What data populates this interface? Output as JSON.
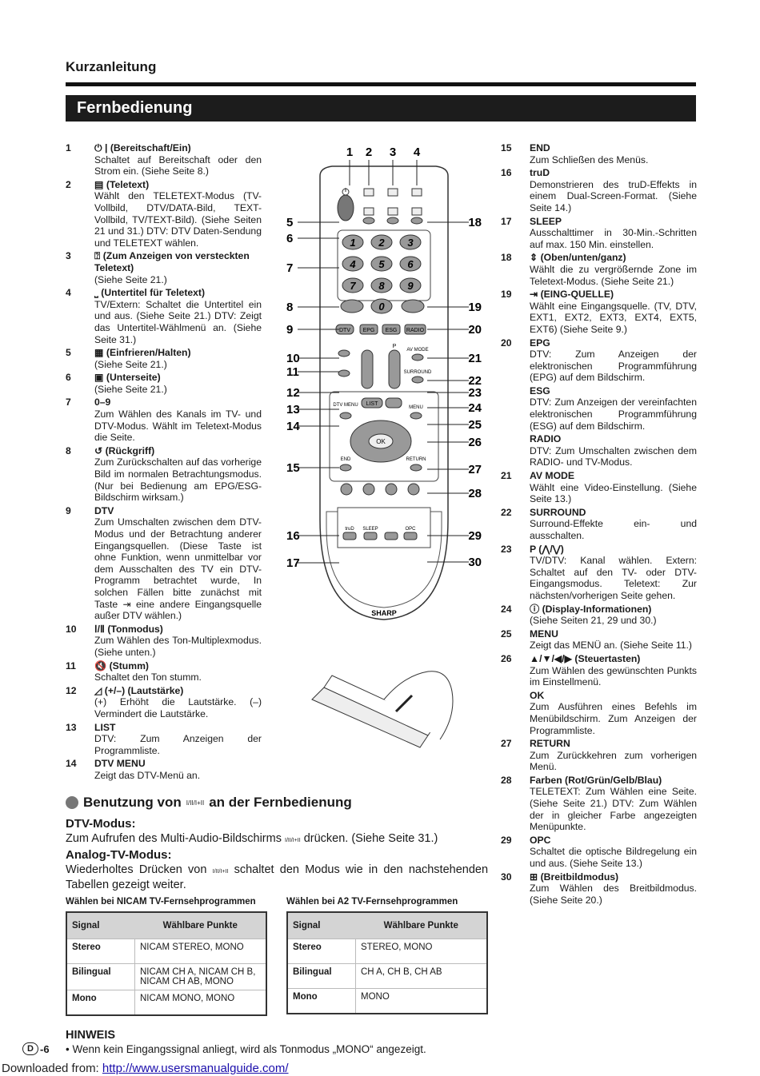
{
  "header": {
    "section": "Kurzanleitung",
    "title": "Fernbedienung"
  },
  "left_items": [
    {
      "num": "1",
      "title": "| (Bereitschaft/Ein)",
      "icon": "power-icon",
      "text": "Schaltet auf Bereitschaft oder den Strom ein. (Siehe Seite 8.)"
    },
    {
      "num": "2",
      "title": "(Teletext)",
      "icon": "teletext-icon",
      "text": "Wählt den TELETEXT-Modus (TV-Vollbild, DTV/DATA-Bild, TEXT-Vollbild, TV/TEXT-Bild). (Siehe Seiten 21 und 31.) DTV: DTV Daten-Sendung und TELETEXT wählen."
    },
    {
      "num": "3",
      "title": "(Zum Anzeigen von versteckten Teletext)",
      "icon": "reveal-icon",
      "text": "(Siehe Seite 21.)"
    },
    {
      "num": "4",
      "title": "(Untertitel für Teletext)",
      "icon": "subtitle-icon",
      "text": "TV/Extern: Schaltet die Untertitel ein und aus. (Siehe Seite 21.) DTV: Zeigt das Untertitel-Wählmenü an. (Siehe Seite 31.)"
    },
    {
      "num": "5",
      "title": "(Einfrieren/Halten)",
      "icon": "hold-icon",
      "text": "(Siehe Seite 21.)"
    },
    {
      "num": "6",
      "title": "(Unterseite)",
      "icon": "subpage-icon",
      "text": "(Siehe Seite 21.)"
    },
    {
      "num": "7",
      "title": "0–9",
      "icon": "",
      "text": "Zum Wählen des Kanals im TV- und DTV-Modus. Wählt im Teletext-Modus die Seite."
    },
    {
      "num": "8",
      "title": "(Rückgriff)",
      "icon": "flashback-icon",
      "text": "Zum Zurückschalten auf das vorherige Bild im normalen Betrachtungsmodus. (Nur bei Bedienung am EPG/ESG-Bildschirm wirksam.)"
    },
    {
      "num": "9",
      "title": "DTV",
      "icon": "",
      "text": "Zum Umschalten zwischen dem DTV-Modus und der Betrachtung anderer Eingangsquellen. (Diese Taste ist ohne Funktion, wenn unmittelbar vor dem Ausschalten des TV ein DTV-Programm betrachtet wurde, In solchen Fällen bitte zunächst mit Taste ⇥ eine andere Eingangsquelle außer DTV wählen.)"
    },
    {
      "num": "10",
      "title": "(Tonmodus)",
      "icon": "sound-mode-icon",
      "text": "Zum Wählen des Ton-Multiplexmodus. (Siehe unten.)"
    },
    {
      "num": "11",
      "title": "(Stumm)",
      "icon": "mute-icon",
      "text": "Schaltet den Ton stumm."
    },
    {
      "num": "12",
      "title": "(+/–) (Lautstärke)",
      "icon": "volume-icon",
      "text": "(+) Erhöht die Lautstärke. (–) Vermindert die Lautstärke."
    },
    {
      "num": "13",
      "title": "LIST",
      "icon": "",
      "text": "DTV: Zum Anzeigen der Programmliste."
    },
    {
      "num": "14",
      "title": "DTV MENU",
      "icon": "",
      "text": "Zeigt das DTV-Menü an."
    }
  ],
  "right_items": [
    {
      "num": "15",
      "title": "END",
      "icon": "",
      "text": "Zum Schließen des Menüs."
    },
    {
      "num": "16",
      "title": "truD",
      "icon": "",
      "text": "Demonstrieren des truD-Effekts in einem Dual-Screen-Format. (Siehe Seite 14.)"
    },
    {
      "num": "17",
      "title": "SLEEP",
      "icon": "",
      "text": "Ausschalttimer in 30-Min.-Schritten auf max. 150 Min. einstellen."
    },
    {
      "num": "18",
      "title": "(Oben/unten/ganz)",
      "icon": "updown-icon",
      "text": "Wählt die zu vergrößernde Zone im Teletext-Modus. (Siehe Seite 21.)"
    },
    {
      "num": "19",
      "title": "(EING-QUELLE)",
      "icon": "input-icon",
      "text": "Wählt eine Eingangsquelle. (TV, DTV, EXT1, EXT2, EXT3, EXT4, EXT5, EXT6) (Siehe Seite 9.)"
    },
    {
      "num": "20",
      "title": "EPG",
      "icon": "",
      "text": "DTV: Zum Anzeigen der elektronischen Programmführung (EPG) auf dem Bildschirm."
    },
    {
      "num": "",
      "title": "ESG",
      "icon": "",
      "text": "DTV: Zum Anzeigen der vereinfachten elektronischen Programmführung (ESG) auf dem Bildschirm."
    },
    {
      "num": "",
      "title": "RADIO",
      "icon": "",
      "text": "DTV: Zum Umschalten zwischen dem RADIO- und TV-Modus."
    },
    {
      "num": "21",
      "title": "AV MODE",
      "icon": "",
      "text": "Wählt eine Video-Einstellung. (Siehe Seite 13.)"
    },
    {
      "num": "22",
      "title": "SURROUND",
      "icon": "",
      "text": "Surround-Effekte ein- und ausschalten."
    },
    {
      "num": "23",
      "title": "P (⋀/⋁)",
      "icon": "",
      "text": "TV/DTV: Kanal wählen. Extern: Schaltet auf den TV- oder DTV-Eingangsmodus. Teletext: Zur nächsten/vorherigen Seite gehen."
    },
    {
      "num": "24",
      "title": "(Display-Informationen)",
      "icon": "info-icon",
      "text": "(Siehe Seiten 21, 29 und 30.)"
    },
    {
      "num": "25",
      "title": "MENU",
      "icon": "",
      "text": "Zeigt das MENÜ an. (Siehe Seite 11.)"
    },
    {
      "num": "26",
      "title": "▲/▼/◀/▶ (Steuertasten)",
      "icon": "",
      "text": "Zum Wählen des gewünschten Punkts im Einstellmenü."
    },
    {
      "num": "",
      "title": "OK",
      "icon": "",
      "text": "Zum Ausführen eines Befehls im Menübildschirm. Zum Anzeigen der Programmliste."
    },
    {
      "num": "27",
      "title": "RETURN",
      "icon": "",
      "text": "Zum Zurückkehren zum vorherigen Menü."
    },
    {
      "num": "28",
      "title": "Farben (Rot/Grün/Gelb/Blau)",
      "icon": "",
      "text": "TELETEXT: Zum Wählen eine Seite. (Siehe Seite 21.) DTV: Zum Wählen der in gleicher Farbe angezeigten Menüpunkte."
    },
    {
      "num": "29",
      "title": "OPC",
      "icon": "",
      "text": "Schaltet die optische Bildregelung ein und aus. (Siehe Seite 13.)"
    },
    {
      "num": "30",
      "title": "(Breitbildmodus)",
      "icon": "widescreen-icon",
      "text": "Zum Wählen des Breitbildmodus. (Siehe Seite 20.)"
    }
  ],
  "remote": {
    "callouts_left": [
      "5",
      "6",
      "7",
      "8",
      "9",
      "10",
      "11",
      "12",
      "13",
      "14",
      "15",
      "16",
      "17"
    ],
    "callouts_right": [
      "18",
      "19",
      "20",
      "21",
      "22",
      "23",
      "24",
      "25",
      "26",
      "27",
      "28",
      "29",
      "30"
    ],
    "callouts_top": [
      "1",
      "2",
      "3",
      "4"
    ],
    "buttons": {
      "dtv": "DTV",
      "epg": "EPG",
      "esg": "ESG",
      "radio": "RADIO",
      "av_mode": "AV MODE",
      "surround": "SURROUND",
      "dtv_menu": "DTV MENU",
      "list": "LIST",
      "menu": "MENU",
      "ok": "OK",
      "end": "END",
      "return": "RETURN",
      "trud": "truD",
      "sleep": "SLEEP",
      "opc": "OPC",
      "p": "P",
      "brand": "SHARP"
    },
    "digits": [
      "1",
      "2",
      "3",
      "4",
      "5",
      "6",
      "7",
      "8",
      "9",
      "0"
    ]
  },
  "usage": {
    "title_pre": "Benutzung von",
    "title_post": "an der Fernbedienung",
    "dtv_heading": "DTV-Modus:",
    "dtv_text_pre": "Zum Aufrufen des Multi-Audio-Bildschirms",
    "dtv_text_post": "drücken. (Siehe Seite 31.)",
    "analog_heading": "Analog-TV-Modus:",
    "analog_text_pre": "Wiederholtes Drücken von",
    "analog_text_post": "schaltet den Modus wie in den nachstehenden Tabellen gezeigt weiter.",
    "sound_glyph": "I/II/I+II"
  },
  "tables": [
    {
      "caption": "Wählen bei NICAM TV-Fernsehprogrammen",
      "headers": [
        "Signal",
        "Wählbare Punkte"
      ],
      "rows": [
        [
          "Stereo",
          "NICAM STEREO, MONO"
        ],
        [
          "Bilingual",
          "NICAM CH A, NICAM CH B, NICAM CH AB, MONO"
        ],
        [
          "Mono",
          "NICAM MONO, MONO"
        ]
      ]
    },
    {
      "caption": "Wählen bei A2 TV-Fernsehprogrammen",
      "headers": [
        "Signal",
        "Wählbare Punkte"
      ],
      "rows": [
        [
          "Stereo",
          "STEREO, MONO"
        ],
        [
          "Bilingual",
          "CH A, CH B, CH AB"
        ],
        [
          "Mono",
          "MONO"
        ]
      ]
    }
  ],
  "hinweis": {
    "title": "HINWEIS",
    "text": "• Wenn kein Eingangssignal anliegt, wird als Tonmodus „MONO“ angezeigt."
  },
  "page": {
    "letter": "D",
    "num": "-6"
  },
  "download": {
    "label": "Downloaded from:",
    "url": "http://www.usersmanualguide.com/"
  }
}
